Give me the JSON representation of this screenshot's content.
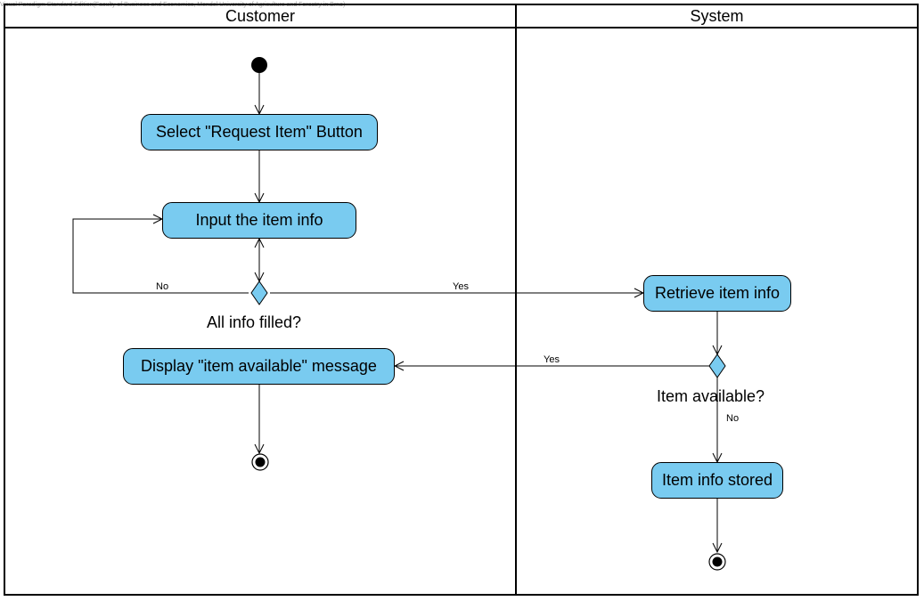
{
  "watermark": "Visual Paradigm Standard Edition(Faculty of Business and Economics, Mendel University of Agriculture and Forestry in Brno)",
  "lanes": {
    "customer": "Customer",
    "system": "System"
  },
  "nodes": {
    "select_request": "Select \"Request Item\" Button",
    "input_info": "Input the item info",
    "retrieve_info": "Retrieve item info",
    "display_available": "Display \"item available\" message",
    "item_stored": "Item info stored"
  },
  "decisions": {
    "all_filled": "All info filled?",
    "item_available": "Item available?"
  },
  "guards": {
    "all_filled_no": "No",
    "all_filled_yes": "Yes",
    "available_yes": "Yes",
    "available_no": "No"
  },
  "colors": {
    "action_fill": "#79cbf0",
    "stroke": "#000000",
    "background": "#ffffff"
  }
}
